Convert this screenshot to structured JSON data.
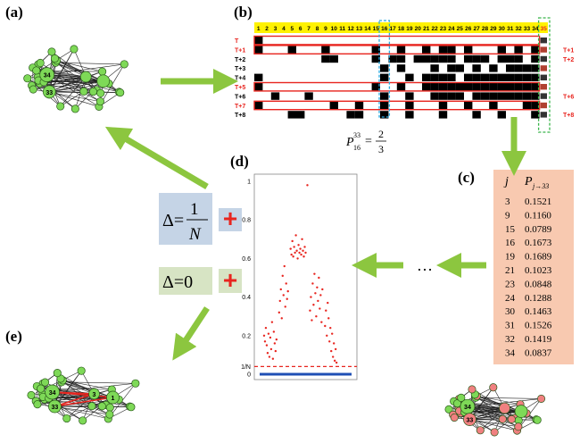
{
  "panels": {
    "a": "(a)",
    "b": "(b)",
    "c": "(c)",
    "d": "(d)",
    "e": "(e)"
  },
  "grid": {
    "columns": [
      "1",
      "2",
      "3",
      "4",
      "5",
      "6",
      "7",
      "8",
      "9",
      "10",
      "11",
      "12",
      "13",
      "14",
      "15",
      "16",
      "17",
      "18",
      "19",
      "20",
      "21",
      "22",
      "23",
      "24",
      "25",
      "26",
      "27",
      "28",
      "29",
      "30",
      "31",
      "32",
      "33",
      "34",
      "35"
    ],
    "highlight_column_blue": "16",
    "highlight_column_green": "35",
    "row_labels": [
      "T",
      "T+1",
      "T+2",
      "T+3",
      "T+4",
      "T+5",
      "T+6",
      "T+7",
      "T+8"
    ],
    "red_rows": [
      "T",
      "T+1",
      "T+5",
      "T+7"
    ],
    "right_labels": [
      "T+1",
      "T+2",
      "",
      "",
      "",
      "T+6",
      "",
      "T+8"
    ],
    "cells": [
      [
        1,
        0,
        0,
        0,
        0,
        0,
        0,
        0,
        0,
        0,
        0,
        0,
        0,
        0,
        0,
        0,
        0,
        0,
        0,
        0,
        0,
        0,
        0,
        0,
        0,
        0,
        0,
        0,
        0,
        0,
        0,
        0,
        0,
        0
      ],
      [
        1,
        0,
        0,
        0,
        1,
        0,
        0,
        0,
        1,
        0,
        0,
        0,
        0,
        0,
        1,
        0,
        0,
        1,
        0,
        0,
        1,
        0,
        1,
        1,
        0,
        1,
        0,
        0,
        0,
        1,
        0,
        1,
        0,
        1
      ],
      [
        0,
        0,
        0,
        0,
        0,
        0,
        0,
        0,
        1,
        1,
        0,
        0,
        0,
        0,
        1,
        0,
        1,
        1,
        0,
        1,
        1,
        1,
        1,
        1,
        0,
        1,
        1,
        1,
        0,
        1,
        1,
        1,
        0,
        1
      ],
      [
        0,
        0,
        0,
        0,
        0,
        0,
        0,
        0,
        0,
        0,
        0,
        0,
        0,
        0,
        0,
        1,
        0,
        1,
        0,
        0,
        0,
        1,
        0,
        1,
        1,
        0,
        1,
        0,
        1,
        0,
        1,
        1,
        1,
        1
      ],
      [
        1,
        0,
        0,
        0,
        0,
        0,
        0,
        0,
        0,
        0,
        0,
        0,
        0,
        0,
        0,
        1,
        0,
        0,
        1,
        0,
        1,
        1,
        1,
        1,
        0,
        1,
        1,
        1,
        1,
        1,
        1,
        1,
        1,
        1
      ],
      [
        1,
        0,
        0,
        0,
        0,
        0,
        0,
        0,
        0,
        0,
        0,
        0,
        0,
        0,
        1,
        0,
        0,
        1,
        0,
        0,
        1,
        1,
        1,
        1,
        1,
        1,
        1,
        1,
        1,
        1,
        1,
        1,
        1,
        1
      ],
      [
        0,
        0,
        1,
        0,
        0,
        0,
        1,
        0,
        0,
        0,
        0,
        0,
        0,
        0,
        0,
        1,
        0,
        0,
        1,
        0,
        0,
        1,
        1,
        1,
        1,
        0,
        1,
        1,
        1,
        1,
        1,
        1,
        1,
        1
      ],
      [
        1,
        0,
        0,
        0,
        0,
        0,
        0,
        0,
        0,
        1,
        0,
        0,
        1,
        0,
        0,
        1,
        0,
        0,
        1,
        0,
        0,
        0,
        1,
        0,
        0,
        1,
        0,
        0,
        1,
        0,
        0,
        0,
        1,
        1
      ],
      [
        0,
        0,
        0,
        0,
        1,
        1,
        0,
        0,
        0,
        0,
        0,
        1,
        1,
        0,
        0,
        1,
        0,
        0,
        1,
        0,
        0,
        0,
        1,
        0,
        0,
        0,
        1,
        0,
        0,
        1,
        0,
        0,
        0,
        1
      ]
    ]
  },
  "formula": {
    "base": "P",
    "sub": "16",
    "sup": "33",
    "eq": "=",
    "num": "2",
    "den": "3"
  },
  "table": {
    "col_j": "j",
    "col_p": "P",
    "col_p_sub": "j→33",
    "rows": [
      [
        "3",
        "0.1521"
      ],
      [
        "9",
        "0.1160"
      ],
      [
        "15",
        "0.0789"
      ],
      [
        "16",
        "0.1673"
      ],
      [
        "19",
        "0.1689"
      ],
      [
        "21",
        "0.1023"
      ],
      [
        "23",
        "0.0848"
      ],
      [
        "24",
        "0.1288"
      ],
      [
        "30",
        "0.1463"
      ],
      [
        "31",
        "0.1526"
      ],
      [
        "32",
        "0.1419"
      ],
      [
        "34",
        "0.0837"
      ]
    ]
  },
  "rules": {
    "rule1": {
      "lhs": "Δ=",
      "num": "1",
      "den": "N",
      "sign": "+"
    },
    "rule2": {
      "lhs": "Δ=0",
      "sign": "+"
    }
  },
  "ellipsis": "…",
  "colors": {
    "green_arrow": "#8cc63f",
    "node_green": "#7ed957",
    "node_red": "#f08080",
    "grid_yellow": "#fff200",
    "table_bg": "#f8c9b0",
    "rule1_bg": "#c5d4e6",
    "rule2_bg": "#d7e4c4",
    "plus_red": "#e8251f",
    "dot_red": "#e8251f",
    "zero_blue": "#1f4fb5"
  },
  "chart_data": {
    "type": "scatter",
    "yticks": [
      "1",
      "0.8",
      "0.6",
      "0.4",
      "0.2",
      "1/N",
      "0"
    ],
    "ytick_values": [
      1,
      0.8,
      0.6,
      0.4,
      0.2,
      0.04,
      0
    ],
    "ylim": [
      0,
      1
    ],
    "threshold": 0.04,
    "series": [
      {
        "values": [
          [
            0.03,
            0.2
          ],
          [
            0.04,
            0.17
          ],
          [
            0.05,
            0.24
          ],
          [
            0.06,
            0.15
          ],
          [
            0.07,
            0.11
          ],
          [
            0.08,
            0.21
          ],
          [
            0.09,
            0.09
          ],
          [
            0.1,
            0.19
          ],
          [
            0.11,
            0.13
          ],
          [
            0.12,
            0.27
          ],
          [
            0.13,
            0.08
          ],
          [
            0.14,
            0.22
          ],
          [
            0.15,
            0.16
          ],
          [
            0.16,
            0.12
          ],
          [
            0.17,
            0.18
          ],
          [
            0.2,
            0.32
          ],
          [
            0.21,
            0.38
          ],
          [
            0.22,
            0.44
          ],
          [
            0.23,
            0.29
          ],
          [
            0.24,
            0.51
          ],
          [
            0.25,
            0.41
          ],
          [
            0.26,
            0.56
          ],
          [
            0.27,
            0.35
          ],
          [
            0.28,
            0.47
          ],
          [
            0.29,
            0.39
          ],
          [
            0.3,
            0.43
          ],
          [
            0.33,
            0.65
          ],
          [
            0.34,
            0.62
          ],
          [
            0.35,
            0.69
          ],
          [
            0.36,
            0.61
          ],
          [
            0.37,
            0.66
          ],
          [
            0.38,
            0.63
          ],
          [
            0.39,
            0.72
          ],
          [
            0.4,
            0.64
          ],
          [
            0.41,
            0.6
          ],
          [
            0.42,
            0.67
          ],
          [
            0.43,
            0.63
          ],
          [
            0.44,
            0.65
          ],
          [
            0.45,
            0.62
          ],
          [
            0.46,
            0.7
          ],
          [
            0.47,
            0.64
          ],
          [
            0.48,
            0.61
          ],
          [
            0.49,
            0.66
          ],
          [
            0.5,
            0.63
          ],
          [
            0.52,
            0.98
          ],
          [
            0.55,
            0.33
          ],
          [
            0.56,
            0.4
          ],
          [
            0.57,
            0.28
          ],
          [
            0.58,
            0.47
          ],
          [
            0.59,
            0.36
          ],
          [
            0.6,
            0.52
          ],
          [
            0.61,
            0.42
          ],
          [
            0.62,
            0.3
          ],
          [
            0.63,
            0.45
          ],
          [
            0.64,
            0.38
          ],
          [
            0.65,
            0.5
          ],
          [
            0.66,
            0.34
          ],
          [
            0.67,
            0.41
          ],
          [
            0.68,
            0.27
          ],
          [
            0.69,
            0.44
          ],
          [
            0.72,
            0.25
          ],
          [
            0.73,
            0.33
          ],
          [
            0.74,
            0.2
          ],
          [
            0.75,
            0.37
          ],
          [
            0.76,
            0.29
          ],
          [
            0.77,
            0.17
          ],
          [
            0.78,
            0.24
          ],
          [
            0.79,
            0.12
          ],
          [
            0.8,
            0.21
          ],
          [
            0.81,
            0.09
          ],
          [
            0.82,
            0.16
          ],
          [
            0.83,
            0.07
          ],
          [
            0.84,
            0.13
          ],
          [
            0.85,
            0.06
          ]
        ]
      }
    ]
  },
  "network_a": [
    "34",
    "33"
  ],
  "network_c": [
    "34",
    "33"
  ],
  "network_e": [
    "34",
    "33",
    "3",
    "1"
  ]
}
